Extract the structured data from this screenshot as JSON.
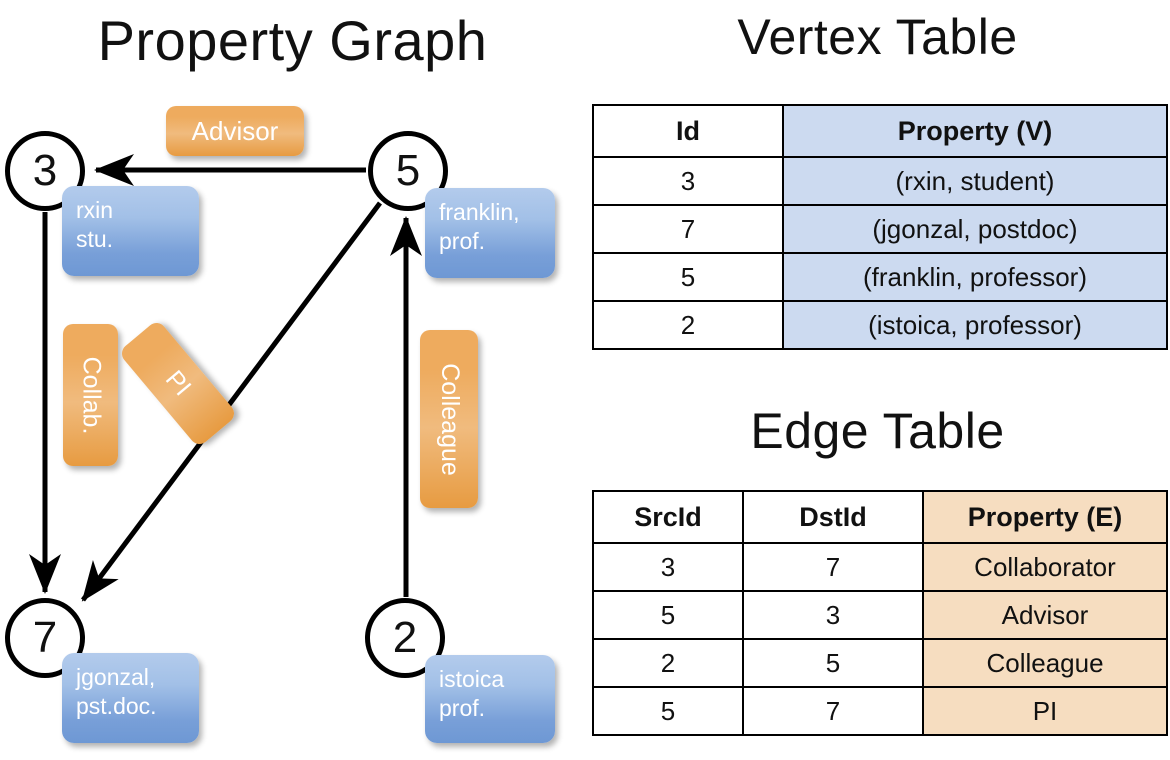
{
  "titles": {
    "property_graph": "Property Graph",
    "vertex_table": "Vertex Table",
    "edge_table": "Edge Table"
  },
  "graph": {
    "nodes": [
      {
        "id": "3",
        "property_label": "rxin\nstu."
      },
      {
        "id": "5",
        "property_label": "franklin,\nprof."
      },
      {
        "id": "7",
        "property_label": "jgonzal,\npst.doc."
      },
      {
        "id": "2",
        "property_label": "istoica\nprof."
      }
    ],
    "edge_labels": [
      {
        "name": "advisor",
        "text": "Advisor"
      },
      {
        "name": "collab",
        "text": "Collab."
      },
      {
        "name": "pi",
        "text": "PI"
      },
      {
        "name": "colleague",
        "text": "Colleague"
      }
    ],
    "edges": [
      {
        "src": "5",
        "dst": "3",
        "label": "Advisor"
      },
      {
        "src": "3",
        "dst": "7",
        "label": "Collab."
      },
      {
        "src": "5",
        "dst": "7",
        "label": "PI"
      },
      {
        "src": "2",
        "dst": "5",
        "label": "Colleague"
      }
    ]
  },
  "vertex_table": {
    "headers": [
      "Id",
      "Property (V)"
    ],
    "rows": [
      {
        "id": "3",
        "property": "(rxin, student)"
      },
      {
        "id": "7",
        "property": "(jgonzal, postdoc)"
      },
      {
        "id": "5",
        "property": "(franklin, professor)"
      },
      {
        "id": "2",
        "property": "(istoica, professor)"
      }
    ]
  },
  "edge_table": {
    "headers": [
      "SrcId",
      "DstId",
      "Property (E)"
    ],
    "rows": [
      {
        "src": "3",
        "dst": "7",
        "property": "Collaborator"
      },
      {
        "src": "5",
        "dst": "3",
        "property": "Advisor"
      },
      {
        "src": "2",
        "dst": "5",
        "property": "Colleague"
      },
      {
        "src": "5",
        "dst": "7",
        "property": "PI"
      }
    ]
  },
  "colors": {
    "vertex_property_fill": "#ccdaf0",
    "edge_property_fill": "#f6ddc0",
    "node_box_blue": "#6e98d4",
    "edge_label_orange": "#eeab5e",
    "stroke": "#000000"
  }
}
